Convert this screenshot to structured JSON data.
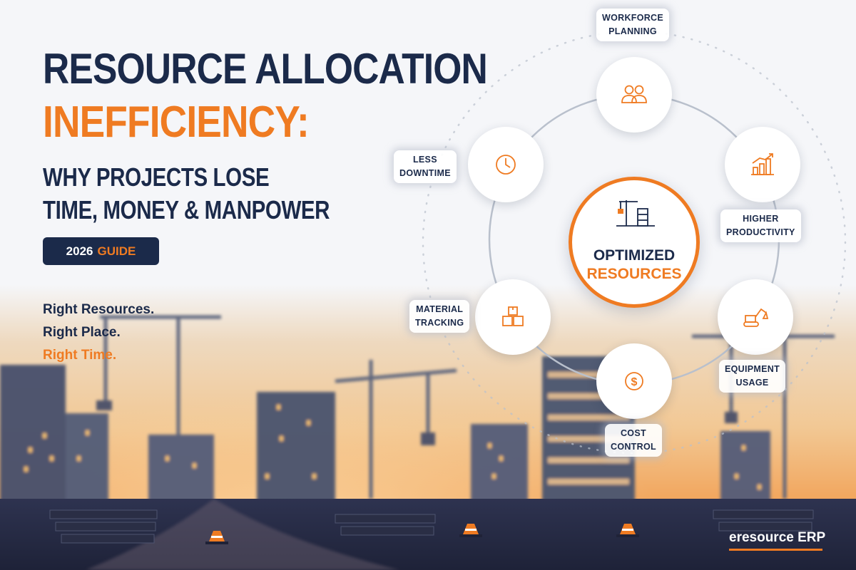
{
  "headline": {
    "line1": "RESOURCE ALLOCATION",
    "line2": "INEFFICIENCY:",
    "sub_line1": "WHY PROJECTS LOSE",
    "sub_line2": "TIME, MONEY & MANPOWER"
  },
  "badge": {
    "year": "2026",
    "word": "GUIDE"
  },
  "taglines": [
    "Right Resources.",
    "Right Place.",
    "Right Time."
  ],
  "hub": {
    "line1": "OPTIMIZED",
    "line2": "RESOURCES",
    "icon": "crane-building-icon"
  },
  "nodes": [
    {
      "line1": "WORKFORCE",
      "line2": "PLANNING",
      "icon": "people-icon"
    },
    {
      "line1": "HIGHER",
      "line2": "PRODUCTIVITY",
      "icon": "bar-chart-growth-icon"
    },
    {
      "line1": "EQUIPMENT",
      "line2": "USAGE",
      "icon": "excavator-icon"
    },
    {
      "line1": "COST",
      "line2": "CONTROL",
      "icon": "dollar-coin-icon"
    },
    {
      "line1": "MATERIAL",
      "line2": "TRACKING",
      "icon": "boxes-icon"
    },
    {
      "line1": "LESS",
      "line2": "DOWNTIME",
      "icon": "clock-icon"
    }
  ],
  "brand": "eresource ERP",
  "colors": {
    "navy": "#1b2a4a",
    "orange": "#ef7b22",
    "ring": "#b9c0cc"
  }
}
